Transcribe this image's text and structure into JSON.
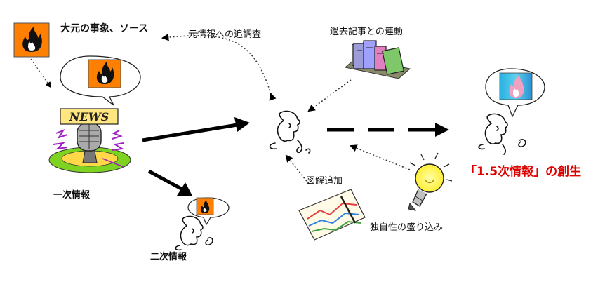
{
  "labels": {
    "original_source": "大元の事象、ソース",
    "re_investigation": "元情報への追調査",
    "past_articles": "過去記事との連動",
    "primary_info": "一次情報",
    "secondary_info": "二次情報",
    "add_diagram": "図解追加",
    "originality": "独自性の盛り込み",
    "creation": "「1.5次情報」の創生"
  },
  "icons": {
    "fire": "fire-icon",
    "news_mic": "news-microphone-icon",
    "person": "person-sketch-icon",
    "books": "books-icon",
    "chart_paper": "chart-paper-icon",
    "light_bulb": "light-bulb-icon",
    "flame_gradient": "gradient-flame-icon"
  },
  "colors": {
    "fire_bg": "#ff8000",
    "creation_text": "#dd0000",
    "arrow": "#000000",
    "bulb_glow": "#ffff66"
  }
}
